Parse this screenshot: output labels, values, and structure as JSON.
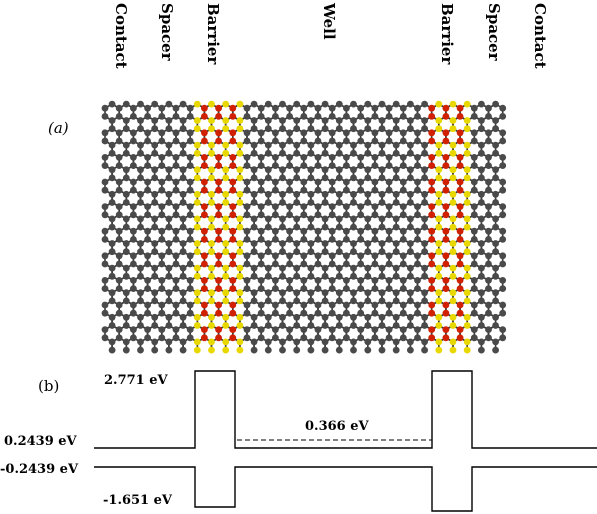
{
  "region_labels": {
    "contact_left": "Contact",
    "spacer_left": "Spacer",
    "barrier_left": "Barrier",
    "well": "Well",
    "barrier_right": "Barrier",
    "spacer_right": "Spacer",
    "contact_right": "Contact"
  },
  "panel_labels": {
    "a": "(a)",
    "b": "(b)"
  },
  "energy_labels": {
    "barrier_top": "2.771 eV",
    "well_level": "0.366 eV",
    "conduction": "0.2439 eV",
    "valence": "-0.2439 eV",
    "barrier_bottom": "-1.651 eV"
  },
  "atom_colors": {
    "carbon": "#4a4a4a",
    "barrier_a": "#e8d800",
    "barrier_b": "#d02000"
  }
}
